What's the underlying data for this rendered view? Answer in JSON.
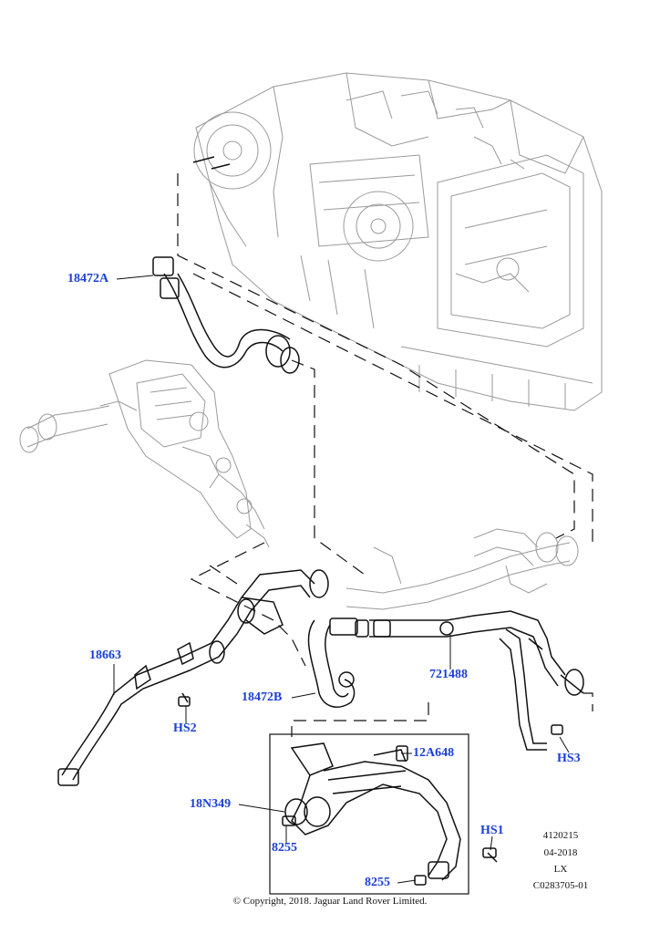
{
  "diagram": {
    "callouts": {
      "c18472a": "18472A",
      "c18663": "18663",
      "chs2": "HS2",
      "c18472b": "18472B",
      "c721488": "721488",
      "chs3": "HS3",
      "c12a648": "12A648",
      "c18n349": "18N349",
      "c8255a": "8255",
      "chs1": "HS1",
      "c8255b": "8255"
    },
    "reference": {
      "code": "4120215",
      "date": "04-2018",
      "model": "LX",
      "illustration": "C0283705-01"
    },
    "copyright": "© Copyright, 2018. Jaguar Land Rover Limited.",
    "colors": {
      "callout": "#1a3fd6",
      "line": "#111111",
      "ghost": "#9a9a9a"
    }
  }
}
